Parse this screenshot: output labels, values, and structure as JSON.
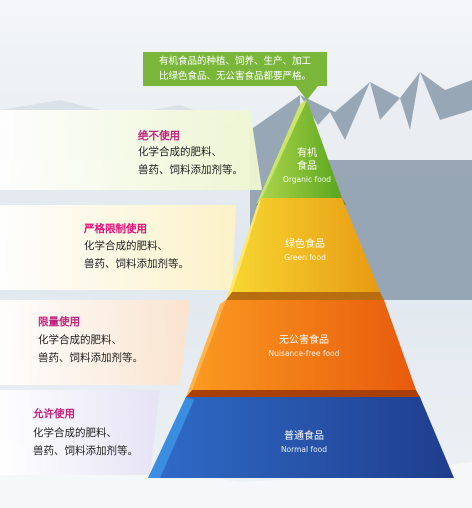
{
  "callout": {
    "line1": "有机食品的种植、饲养、生产、加工",
    "line2": "比绿色食品、无公害食品都要严格。"
  },
  "levels": [
    {
      "tier_cn_1": "有机",
      "tier_cn_2": "食品",
      "tier_en": "Organic food",
      "usage": "绝不使用",
      "desc1": "化学合成的肥料、",
      "desc2": "兽药、饲料添加剂等。"
    },
    {
      "tier_cn": "绿色食品",
      "tier_en": "Green food",
      "usage": "严格限制使用",
      "desc1": "化学合成的肥料、",
      "desc2": "兽药、饲料添加剂等。"
    },
    {
      "tier_cn": "无公害食品",
      "tier_en": "Nuisance-free food",
      "usage": "限量使用",
      "desc1": "化学合成的肥料、",
      "desc2": "兽药、饲料添加剂等。"
    },
    {
      "tier_cn": "普通食品",
      "tier_en": "Normal food",
      "usage": "允许使用",
      "desc1": "化学合成的肥料、",
      "desc2": "兽药、饲料添加剂等。"
    }
  ],
  "colors": {
    "organic": "#6fb92c",
    "green": "#f2b619",
    "nuisance_free": "#f07a12",
    "normal": "#2a4ea6",
    "usage_text_1": "#c0227e",
    "usage_text_2": "#e0107a",
    "usage_text_3": "#c0227e",
    "usage_text_4": "#c0227e",
    "callout": "#7ab63a"
  }
}
